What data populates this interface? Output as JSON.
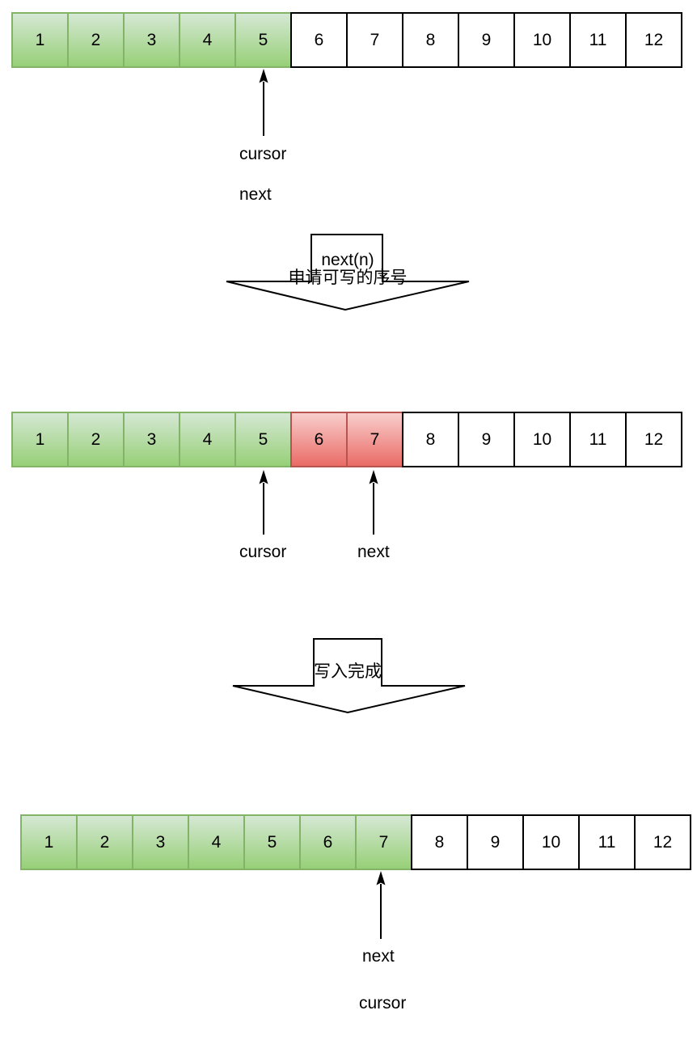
{
  "colors": {
    "background": "#ffffff",
    "filled_fill_top": "#d5e8d4",
    "filled_fill_bottom": "#97d077",
    "filled_border": "#82b366",
    "claimed_fill_top": "#f8cecc",
    "claimed_fill_bottom": "#ea6b66",
    "claimed_border": "#b85450",
    "empty_fill": "#ffffff",
    "empty_border": "#000000",
    "arrow_color": "#000000"
  },
  "stages": [
    {
      "name": "before-claim",
      "cells": [
        {
          "label": "1",
          "state": "filled"
        },
        {
          "label": "2",
          "state": "filled"
        },
        {
          "label": "3",
          "state": "filled"
        },
        {
          "label": "4",
          "state": "filled"
        },
        {
          "label": "5",
          "state": "filled"
        },
        {
          "label": "6",
          "state": "empty"
        },
        {
          "label": "7",
          "state": "empty"
        },
        {
          "label": "8",
          "state": "empty"
        },
        {
          "label": "9",
          "state": "empty"
        },
        {
          "label": "10",
          "state": "empty"
        },
        {
          "label": "11",
          "state": "empty"
        },
        {
          "label": "12",
          "state": "empty"
        }
      ],
      "labels": [
        "cursor",
        "next"
      ]
    },
    {
      "name": "after-claim",
      "cells": [
        {
          "label": "1",
          "state": "filled"
        },
        {
          "label": "2",
          "state": "filled"
        },
        {
          "label": "3",
          "state": "filled"
        },
        {
          "label": "4",
          "state": "filled"
        },
        {
          "label": "5",
          "state": "filled"
        },
        {
          "label": "6",
          "state": "claimed"
        },
        {
          "label": "7",
          "state": "claimed"
        },
        {
          "label": "8",
          "state": "empty"
        },
        {
          "label": "9",
          "state": "empty"
        },
        {
          "label": "10",
          "state": "empty"
        },
        {
          "label": "11",
          "state": "empty"
        },
        {
          "label": "12",
          "state": "empty"
        }
      ],
      "labels": [
        "cursor",
        "next"
      ]
    },
    {
      "name": "after-publish",
      "cells": [
        {
          "label": "1",
          "state": "filled"
        },
        {
          "label": "2",
          "state": "filled"
        },
        {
          "label": "3",
          "state": "filled"
        },
        {
          "label": "4",
          "state": "filled"
        },
        {
          "label": "5",
          "state": "filled"
        },
        {
          "label": "6",
          "state": "filled"
        },
        {
          "label": "7",
          "state": "filled"
        },
        {
          "label": "8",
          "state": "empty"
        },
        {
          "label": "9",
          "state": "empty"
        },
        {
          "label": "10",
          "state": "empty"
        },
        {
          "label": "11",
          "state": "empty"
        },
        {
          "label": "12",
          "state": "empty"
        }
      ],
      "labels": [
        "next",
        "cursor"
      ]
    }
  ],
  "transitions": [
    {
      "lines": [
        "next(n)",
        "申请可写的序号"
      ]
    },
    {
      "lines": [
        "写入完成"
      ]
    }
  ]
}
